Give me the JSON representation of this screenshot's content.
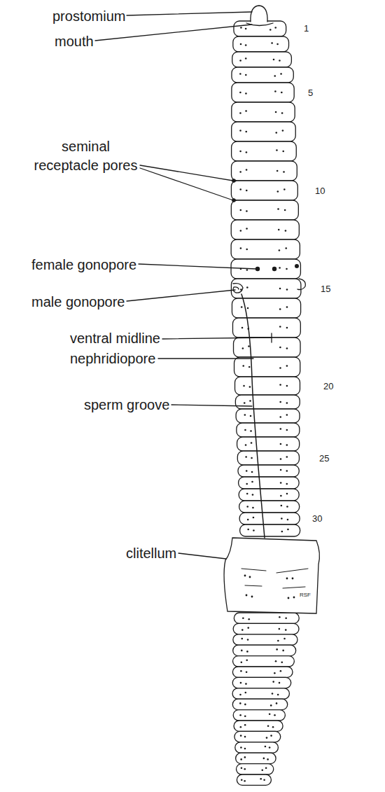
{
  "diagram": {
    "labels": [
      "prostomium",
      "mouth",
      "1",
      "5",
      "seminal receptacle pores",
      "10",
      "female gonopore",
      "15",
      "male gonopore",
      "ventral midline",
      "20",
      "nephridiopore",
      "25",
      "sperm groove",
      "30",
      "clitellum",
      "RSF"
    ]
  }
}
